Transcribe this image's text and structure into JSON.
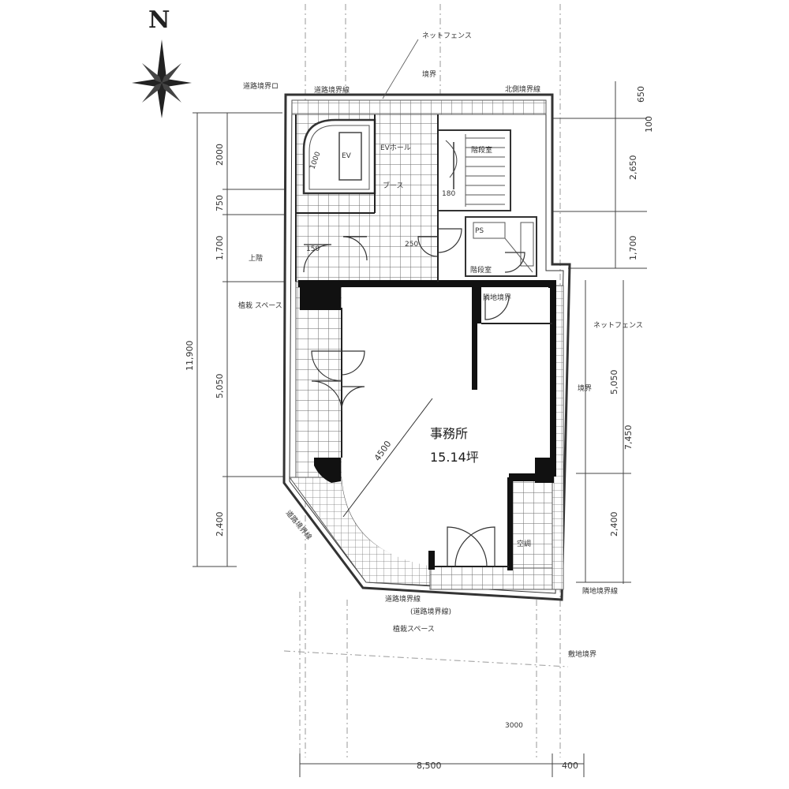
{
  "north": "N",
  "office": {
    "name": "事務所",
    "area": "15.14坪"
  },
  "diagonal_dim": "4500",
  "dims": {
    "left_total": "11,900",
    "left": [
      "2000",
      "750",
      "1,700",
      "5,050",
      "2,400"
    ],
    "right_top": [
      "650",
      "100",
      "2,650",
      "1,700"
    ],
    "right_mid": "5,050",
    "right_total": "7,450",
    "right_bottom": "2,400",
    "bottom": "8,500",
    "bottom_right": "400",
    "bottom_small": "3000"
  },
  "rooms": {
    "ev": "EV",
    "ev_size": "1000",
    "ev_hall": "EVホール",
    "booth": "ブース",
    "d180": "180",
    "d150": "150",
    "d250": "250",
    "stair_top": "階段室",
    "stair_bottom": "階段室",
    "ps": "PS"
  },
  "annotations": {
    "net_fence_top": "ネットフェンス",
    "net_fence_right": "ネットフェンス",
    "boundary": "境界",
    "boundary_right": "境界",
    "north_corner": "道路境界ロ",
    "north_line": "道路境界線",
    "north_right": "北側境界線",
    "upper_floor": "上階",
    "left_note": "植栽\nスペース",
    "right_note": "隣地境界",
    "road_left": "道路境界線",
    "road_bottom": "道路境界線",
    "road_bottom_paren": "(道路境界線)",
    "bottom_note": "植栽スペース",
    "bottom_right_note": "敷地境界",
    "right_bottom_note": "隣地境界線",
    "ac_note": "空調"
  }
}
